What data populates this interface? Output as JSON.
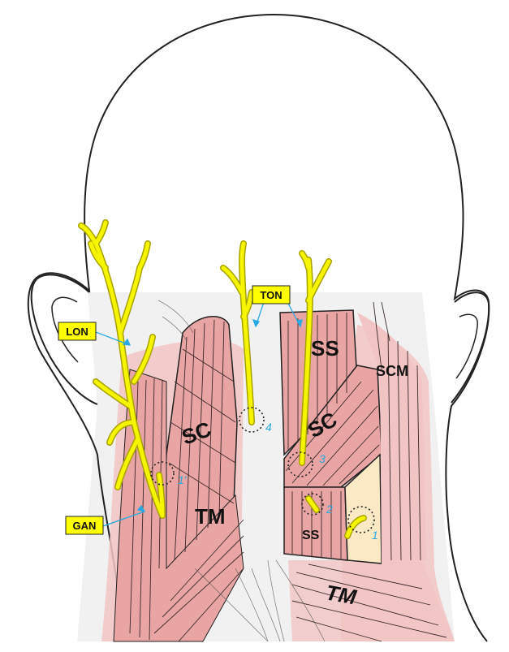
{
  "colors": {
    "outline": "#222222",
    "muscle_fill": "#e9a4a4",
    "muscle_halo": "#f2c4c4",
    "muscle_lines": "#3a2a2a",
    "nerve": "#f5f500",
    "nerve_outline": "#a8a200",
    "label_box": "#ffff00",
    "callout_line": "#29a9e0",
    "site_number": "#29a9e0",
    "window_fill": "#fbe9c6",
    "background_neck": "#f1f1f1"
  },
  "icons": {
    "head_outline": "head-outline-icon",
    "nerve": "nerve-branch-icon",
    "compression_site": "dotted-circle-icon"
  },
  "nerve_labels": {
    "lon": "LON",
    "ton": "TON",
    "gan": "GAN"
  },
  "muscle_labels": {
    "ss_upper": "SS",
    "scm": "SCM",
    "sc_left": "SC",
    "sc_right": "SC",
    "tm_left": "TM",
    "ss_lower": "SS",
    "tm_right": "TM"
  },
  "sites": {
    "s1": "1",
    "s1prime": "1'",
    "s2": "2",
    "s3": "3",
    "s4": "4"
  }
}
